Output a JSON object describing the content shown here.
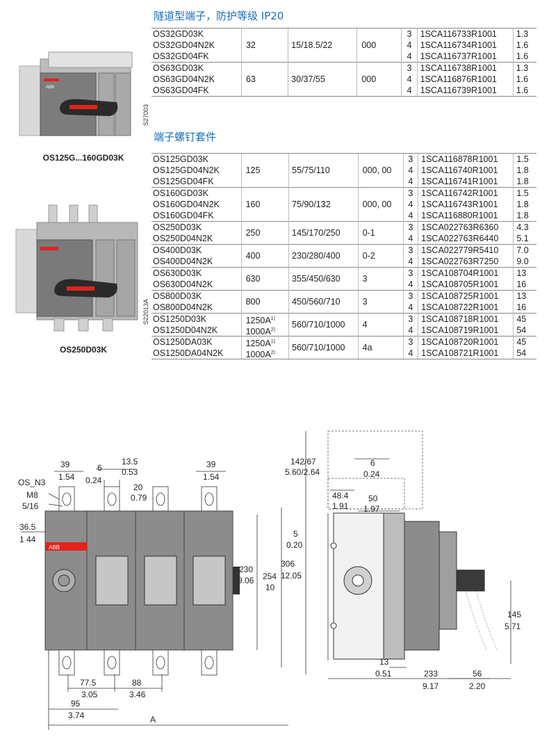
{
  "section1": {
    "title": "隧道型端子，防护等级 IP20",
    "rows": [
      {
        "names": [
          "OS32GD03K",
          "OS32GD04N2K",
          "OS32GD04FK"
        ],
        "current": [
          "32"
        ],
        "kw": "15/18.5/22",
        "frame": "000",
        "poles": [
          "3",
          "4",
          "4"
        ],
        "codes": [
          "1SCA116733R1001",
          "1SCA116734R1001",
          "1SCA116737R1001"
        ],
        "weights": [
          "1.3",
          "1.6",
          "1.6"
        ]
      },
      {
        "names": [
          "OS63GD03K",
          "OS63GD04N2K",
          "OS63GD04FK"
        ],
        "current": [
          "63"
        ],
        "kw": "30/37/55",
        "frame": "000",
        "poles": [
          "3",
          "4",
          "4"
        ],
        "codes": [
          "1SCA116738R1001",
          "1SCA116876R1001",
          "1SCA116739R1001"
        ],
        "weights": [
          "1.3",
          "1.6",
          "1.6"
        ]
      }
    ]
  },
  "section2": {
    "title": "端子螺钉套件",
    "rows": [
      {
        "names": [
          "OS125GD03K",
          "OS125GD04N2K",
          "OS125GD04FK"
        ],
        "current": [
          "125"
        ],
        "kw": "55/75/110",
        "frame": "000, 00",
        "poles": [
          "3",
          "4",
          "4"
        ],
        "codes": [
          "1SCA116878R1001",
          "1SCA116740R1001",
          "1SCA116741R1001"
        ],
        "weights": [
          "1.5",
          "1.8",
          "1.8"
        ]
      },
      {
        "names": [
          "OS160GD03K",
          "OS160GD04N2K",
          "OS160GD04FK"
        ],
        "current": [
          "160"
        ],
        "kw": "75/90/132",
        "frame": "000, 00",
        "poles": [
          "3",
          "4",
          "4"
        ],
        "codes": [
          "1SCA116742R1001",
          "1SCA116743R1001",
          "1SCA116880R1001"
        ],
        "weights": [
          "1.5",
          "1.8",
          "1.8"
        ]
      },
      {
        "names": [
          "OS250D03K",
          "OS250D04N2K"
        ],
        "current": [
          "250"
        ],
        "kw": "145/170/250",
        "frame": "0-1",
        "poles": [
          "3",
          "4"
        ],
        "codes": [
          "1SCA022763R6360",
          "1SCA022763R6440"
        ],
        "weights": [
          "4.3",
          "5.1"
        ]
      },
      {
        "names": [
          "OS400D03K",
          "OS400D04N2K"
        ],
        "current": [
          "400"
        ],
        "kw": "230/280/400",
        "frame": "0-2",
        "poles": [
          "3",
          "4"
        ],
        "codes": [
          "1SCA022779R5410",
          "1SCA022763R7250"
        ],
        "weights": [
          "7.0",
          "9.0"
        ]
      },
      {
        "names": [
          "OS630D03K",
          "OS630D04N2K"
        ],
        "current": [
          "630"
        ],
        "kw": "355/450/630",
        "frame": "3",
        "poles": [
          "3",
          "4"
        ],
        "codes": [
          "1SCA108704R1001",
          "1SCA108705R1001"
        ],
        "weights": [
          "13",
          "16"
        ]
      },
      {
        "names": [
          "OS800D03K",
          "OS800D04N2K"
        ],
        "current": [
          "800"
        ],
        "kw": "450/560/710",
        "frame": "3",
        "poles": [
          "3",
          "4"
        ],
        "codes": [
          "1SCA108725R1001",
          "1SCA108722R1001"
        ],
        "weights": [
          "13",
          "16"
        ]
      },
      {
        "names": [
          "OS1250D03K",
          "OS1250D04N2K"
        ],
        "current": [
          "1250A",
          "1000A"
        ],
        "current_notes": [
          "1)",
          "2)"
        ],
        "kw": "560/710/1000",
        "frame": "4",
        "poles": [
          "3",
          "4"
        ],
        "codes": [
          "1SCA108718R1001",
          "1SCA108719R1001"
        ],
        "weights": [
          "45",
          "54"
        ]
      },
      {
        "names": [
          "OS1250DA03K",
          "OS1250DA04N2K"
        ],
        "current": [
          "1250A",
          "1000A"
        ],
        "current_notes": [
          "1)",
          "2)"
        ],
        "kw": "560/710/1000",
        "frame": "4a",
        "poles": [
          "3",
          "4"
        ],
        "codes": [
          "1SCA108720R1001",
          "1SCA108721R1001"
        ],
        "weights": [
          "45",
          "54"
        ]
      }
    ]
  },
  "images": {
    "top_caption": "OS125G...160GD03K",
    "top_code": "S27003",
    "bottom_caption": "OS250D03K",
    "bottom_code": "S22013A",
    "brand": "ABB"
  },
  "drawing": {
    "front": {
      "d39a": "39",
      "d39a_in": "1.54",
      "d6": "6",
      "d6_in": "0.24",
      "d13_5": "13.5",
      "d13_5_in": "0.53",
      "d20": "20",
      "d20_in": "0.79",
      "d39b": "39",
      "d39b_in": "1.54",
      "os_n3": "OS_N3",
      "m8": "M8",
      "m8_in": "5/16",
      "d36_5": "36.5",
      "d36_5_in": "1 44",
      "d230": "230",
      "d230_in": "9.06",
      "d254": "254",
      "d254_in": "10",
      "d77_5": "77.5",
      "d77_5_in": "3.05",
      "d88": "88",
      "d88_in": "3.46",
      "d95": "95",
      "d95_in": "3.74",
      "dA": "A"
    },
    "side": {
      "d142": "142/67",
      "d142_in": "5.60/2.64",
      "d6": "6",
      "d6_in": "0.24",
      "d48_4": "48.4",
      "d48_4_in": "1.91",
      "d50": "50",
      "d50_in": "1.97",
      "d5": "5",
      "d5_in": "0.20",
      "d306": "306",
      "d306_in": "12.05",
      "d13": "13",
      "d13_in": "0.51",
      "d233": "233",
      "d233_in": "9.17",
      "d56": "56",
      "d56_in": "2.20",
      "d145": "145",
      "d145_in": "5.71"
    }
  },
  "colors": {
    "title_blue": "#1a6fb5",
    "abb_red": "#e2231a",
    "body_grey": "#8c8c8c"
  }
}
